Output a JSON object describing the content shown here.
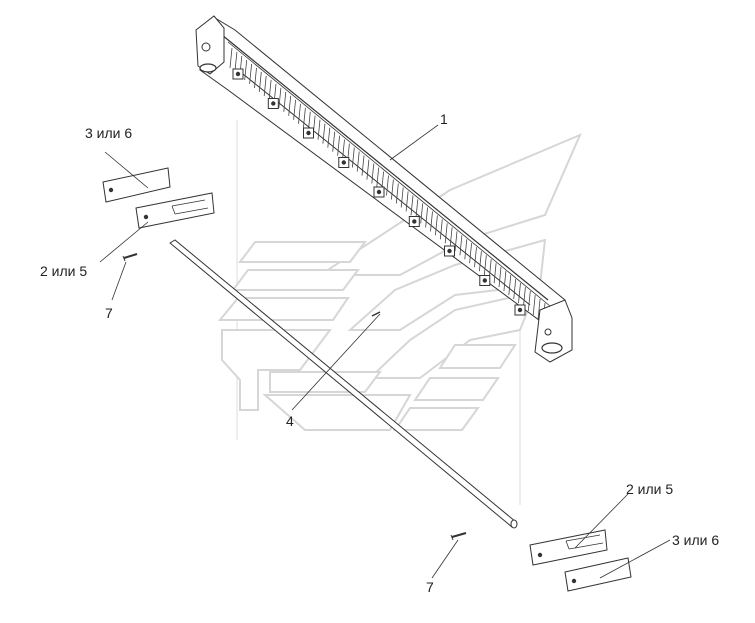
{
  "callouts": {
    "beam": "1",
    "plate_top_left": "3 или 6",
    "plate_mid_left": "2 или 5",
    "pin_left": "7",
    "rod": "4",
    "plate_mid_right": "2 или 5",
    "plate_bottom_right": "3 или 6",
    "pin_right": "7"
  },
  "colors": {
    "line": "#333333",
    "watermark": "#d6d6d6",
    "background": "#ffffff"
  }
}
